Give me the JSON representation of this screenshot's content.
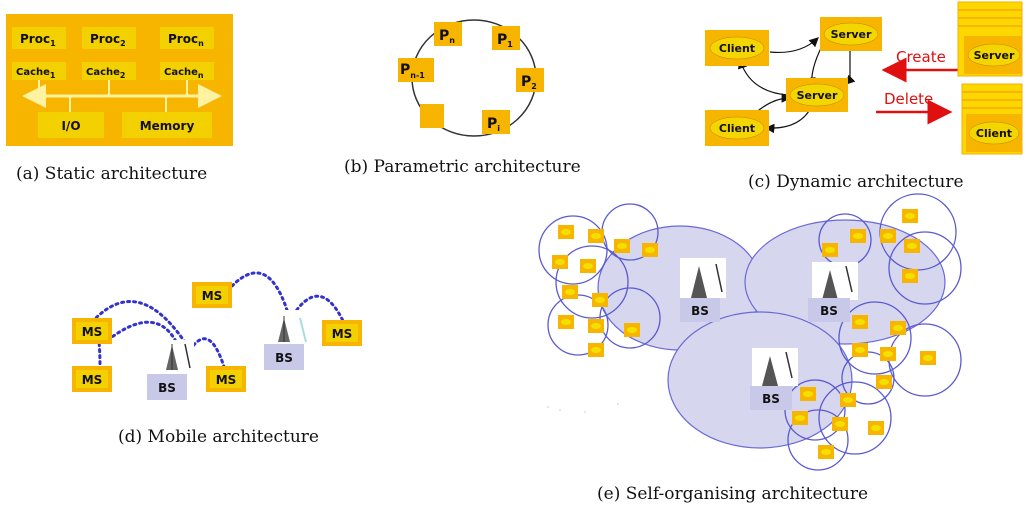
{
  "panel_a": {
    "caption": "(a) Static architecture",
    "procs": [
      {
        "name": "Proc",
        "sub": "1"
      },
      {
        "name": "Proc",
        "sub": "2"
      },
      {
        "name": "Proc",
        "sub": "n"
      }
    ],
    "caches": [
      {
        "name": "Cache",
        "sub": "1"
      },
      {
        "name": "Cache",
        "sub": "2"
      },
      {
        "name": "Cache",
        "sub": "n"
      }
    ],
    "io_label": "I/O",
    "memory_label": "Memory",
    "colors": {
      "panel": "#f7b500",
      "box": "#f3d000",
      "bus": "#fff2a0"
    }
  },
  "panel_b": {
    "caption": "(b) Parametric architecture",
    "nodes": [
      {
        "name": "P",
        "sub": "n"
      },
      {
        "name": "P",
        "sub": "1"
      },
      {
        "name": "P",
        "sub": "2"
      },
      {
        "name": "P",
        "sub": "i"
      },
      {
        "name": "",
        "sub": ""
      },
      {
        "name": "P",
        "sub": "n-1"
      }
    ],
    "colors": {
      "box": "#f7b500"
    }
  },
  "panel_c": {
    "caption": "(c) Dynamic architecture",
    "client_label": "Client",
    "server_label": "Server",
    "create_label": "Create",
    "delete_label": "Delete",
    "colors": {
      "box": "#f7b500",
      "oval": "#f3d600",
      "arrow": "#e01010",
      "stack": "#ffd700"
    }
  },
  "panel_d": {
    "caption": "(d) Mobile architecture",
    "ms_label": "MS",
    "bs_label": "BS",
    "colors": {
      "ms": "#f7b500",
      "bs": "#c8c8e8",
      "link": "#3333cc"
    }
  },
  "panel_e": {
    "caption": "(e) Self-organising architecture",
    "bs_label": "BS",
    "colors": {
      "cell": "#d6d6ee",
      "ring": "#5a5ad0",
      "node": "#f7b500"
    }
  }
}
